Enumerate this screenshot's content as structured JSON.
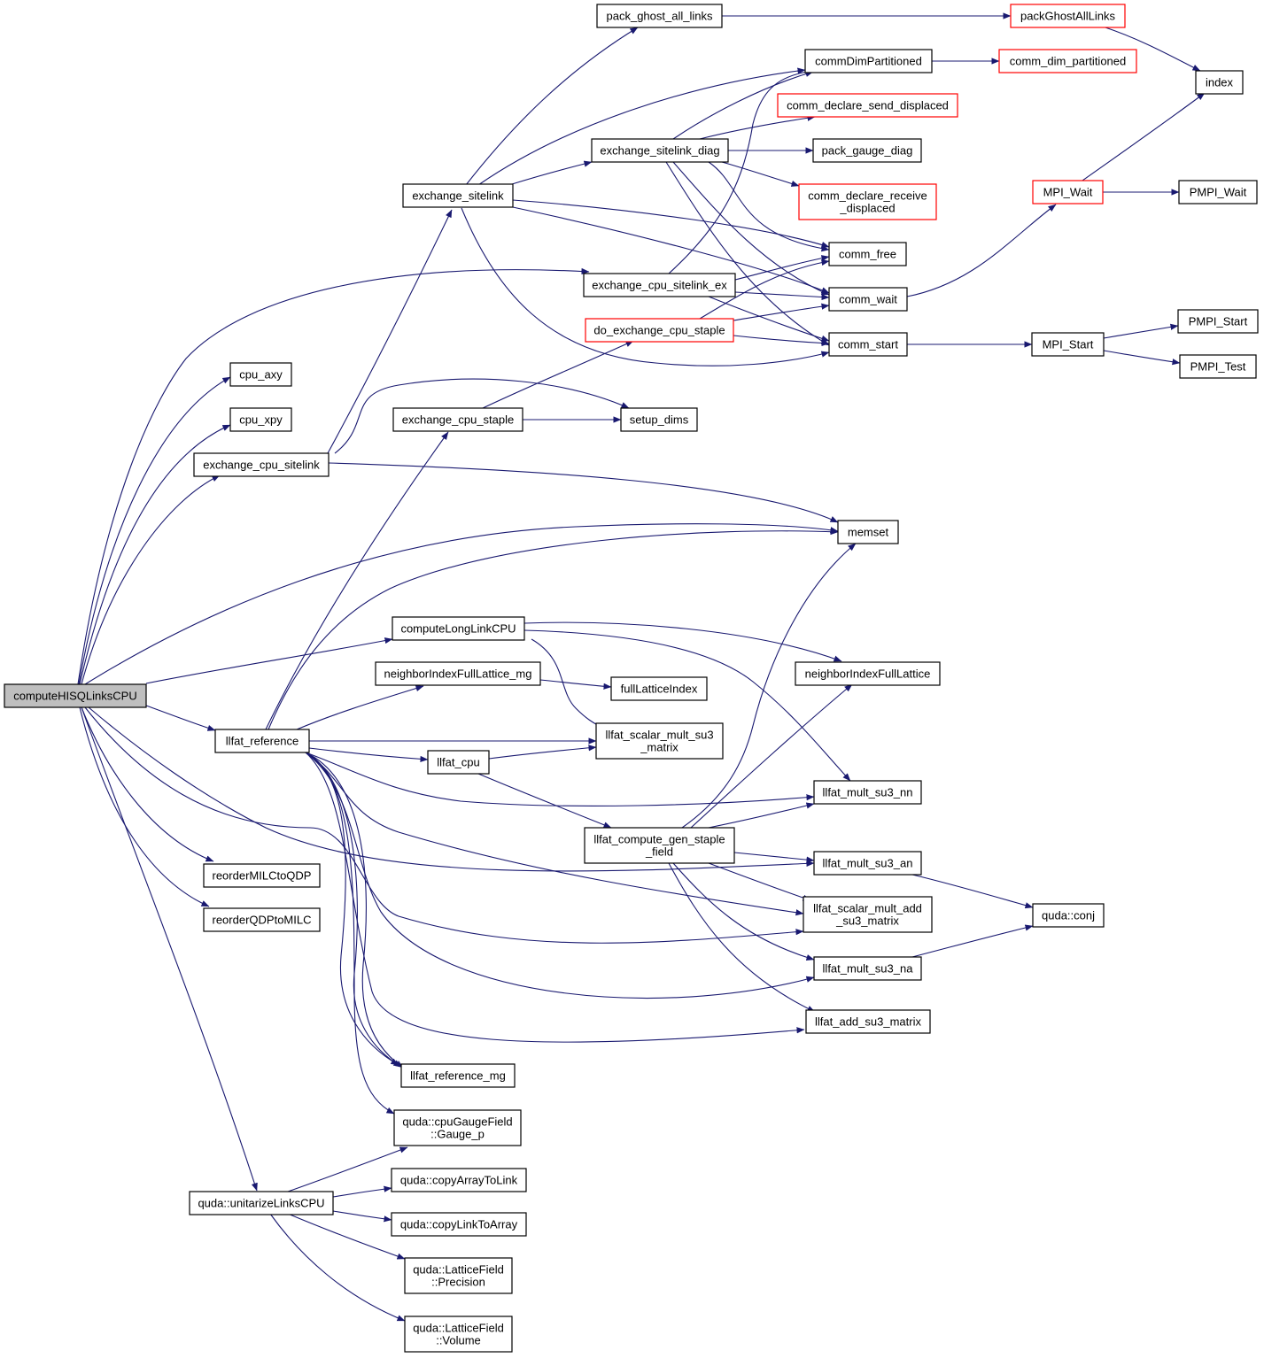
{
  "colors": {
    "edge": "#191970",
    "node_border": "#000000",
    "truncated_border": "#ff0000",
    "root_fill": "#bfbfbf"
  },
  "nodes": {
    "root": [
      "computeHISQLinksCPU"
    ],
    "pack_ghost_all_links": [
      "pack_ghost_all_links"
    ],
    "packGhostAllLinks": [
      "packGhostAllLinks"
    ],
    "commDimPartitioned": [
      "commDimPartitioned"
    ],
    "comm_dim_partitioned": [
      "comm_dim_partitioned"
    ],
    "index": [
      "index"
    ],
    "comm_declare_send_displaced": [
      "comm_declare_send_displaced"
    ],
    "exchange_sitelink_diag": [
      "exchange_sitelink_diag"
    ],
    "pack_gauge_diag": [
      "pack_gauge_diag"
    ],
    "exchange_sitelink": [
      "exchange_sitelink"
    ],
    "comm_declare_receive_displaced": [
      "comm_declare_receive",
      "_displaced"
    ],
    "MPI_Wait": [
      "MPI_Wait"
    ],
    "PMPI_Wait": [
      "PMPI_Wait"
    ],
    "comm_free": [
      "comm_free"
    ],
    "exchange_cpu_sitelink_ex": [
      "exchange_cpu_sitelink_ex"
    ],
    "comm_wait": [
      "comm_wait"
    ],
    "do_exchange_cpu_staple": [
      "do_exchange_cpu_staple"
    ],
    "comm_start": [
      "comm_start"
    ],
    "MPI_Start": [
      "MPI_Start"
    ],
    "PMPI_Start": [
      "PMPI_Start"
    ],
    "PMPI_Test": [
      "PMPI_Test"
    ],
    "cpu_axy": [
      "cpu_axy"
    ],
    "cpu_xpy": [
      "cpu_xpy"
    ],
    "exchange_cpu_staple": [
      "exchange_cpu_staple"
    ],
    "setup_dims": [
      "setup_dims"
    ],
    "exchange_cpu_sitelink": [
      "exchange_cpu_sitelink"
    ],
    "memset": [
      "memset"
    ],
    "computeLongLinkCPU": [
      "computeLongLinkCPU"
    ],
    "neighborIndexFullLattice_mg": [
      "neighborIndexFullLattice_mg"
    ],
    "neighborIndexFullLattice": [
      "neighborIndexFullLattice"
    ],
    "fullLatticeIndex": [
      "fullLatticeIndex"
    ],
    "llfat_reference": [
      "llfat_reference"
    ],
    "llfat_scalar_mult_su3_matrix": [
      "llfat_scalar_mult_su3",
      "_matrix"
    ],
    "llfat_cpu": [
      "llfat_cpu"
    ],
    "llfat_mult_su3_nn": [
      "llfat_mult_su3_nn"
    ],
    "llfat_compute_gen_staple_field": [
      "llfat_compute_gen_staple",
      "_field"
    ],
    "llfat_mult_su3_an": [
      "llfat_mult_su3_an"
    ],
    "reorderMILCtoQDP": [
      "reorderMILCtoQDP"
    ],
    "reorderQDPtoMILC": [
      "reorderQDPtoMILC"
    ],
    "llfat_scalar_mult_add_su3_matrix": [
      "llfat_scalar_mult_add",
      "_su3_matrix"
    ],
    "quda_conj": [
      "quda::conj"
    ],
    "llfat_mult_su3_na": [
      "llfat_mult_su3_na"
    ],
    "llfat_add_su3_matrix": [
      "llfat_add_su3_matrix"
    ],
    "llfat_reference_mg": [
      "llfat_reference_mg"
    ],
    "gauge_p": [
      "quda::cpuGaugeField",
      "::Gauge_p"
    ],
    "copyArrayToLink": [
      "quda::copyArrayToLink"
    ],
    "unitarizeLinksCPU": [
      "quda::unitarizeLinksCPU"
    ],
    "copyLinkToArray": [
      "quda::copyLinkToArray"
    ],
    "precision": [
      "quda::LatticeField",
      "::Precision"
    ],
    "volume": [
      "quda::LatticeField",
      "::Volume"
    ]
  }
}
